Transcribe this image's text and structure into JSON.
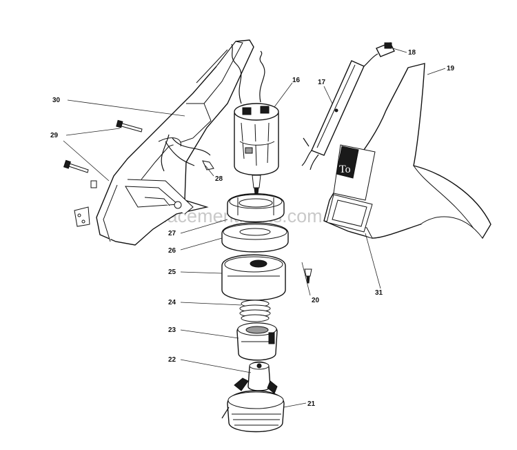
{
  "labels": {
    "p16": "16",
    "p17": "17",
    "p18": "18",
    "p19": "19",
    "p20": "20",
    "p21": "21",
    "p22": "22",
    "p23": "23",
    "p24": "24",
    "p25": "25",
    "p26": "26",
    "p27": "27",
    "p28": "28",
    "p29": "29",
    "p30": "30",
    "p31": "31"
  },
  "guard_badge": "To",
  "watermark": "eReplacementParts.com"
}
